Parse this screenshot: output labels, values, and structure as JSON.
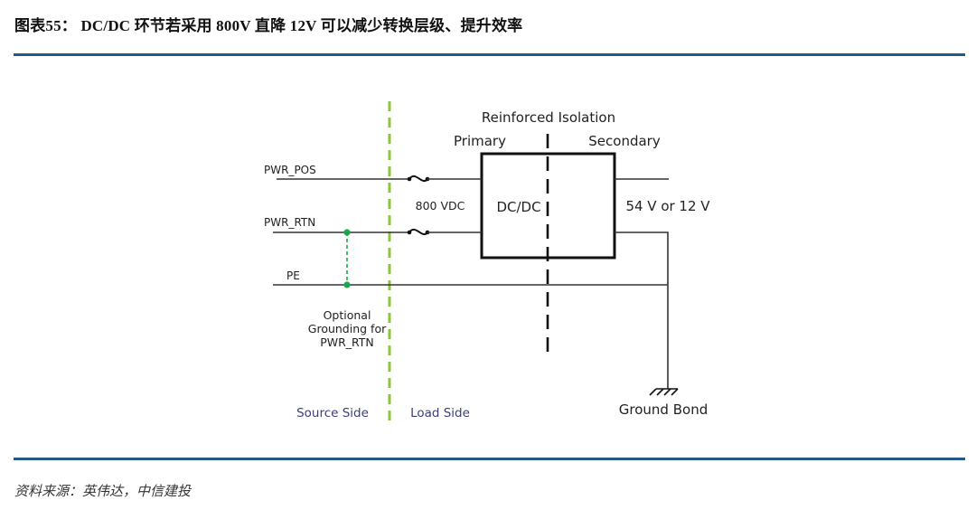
{
  "header": {
    "title": "图表55：  DC/DC 环节若采用 800V 直降 12V 可以减少转换层级、提升效率"
  },
  "diagram": {
    "labels": {
      "reinforced_isolation": "Reinforced Isolation",
      "primary": "Primary",
      "secondary": "Secondary",
      "pwr_pos": "PWR_POS",
      "pwr_rtn": "PWR_RTN",
      "pe": "PE",
      "input_voltage": "800 VDC",
      "converter": "DC/DC",
      "output_voltage": "54 V or 12 V",
      "optional_grounding_line1": "Optional",
      "optional_grounding_line2": "Grounding for",
      "optional_grounding_line3": "PWR_RTN",
      "source_side": "Source Side",
      "load_side": "Load Side",
      "ground_bond": "Ground Bond"
    },
    "colors": {
      "boundary": "#8cc63f",
      "grounding_link": "#1aa84a",
      "side_label": "#3a3f7a",
      "wire": "#333333"
    }
  },
  "footer": {
    "source": "资料来源：英伟达，中信建投"
  }
}
